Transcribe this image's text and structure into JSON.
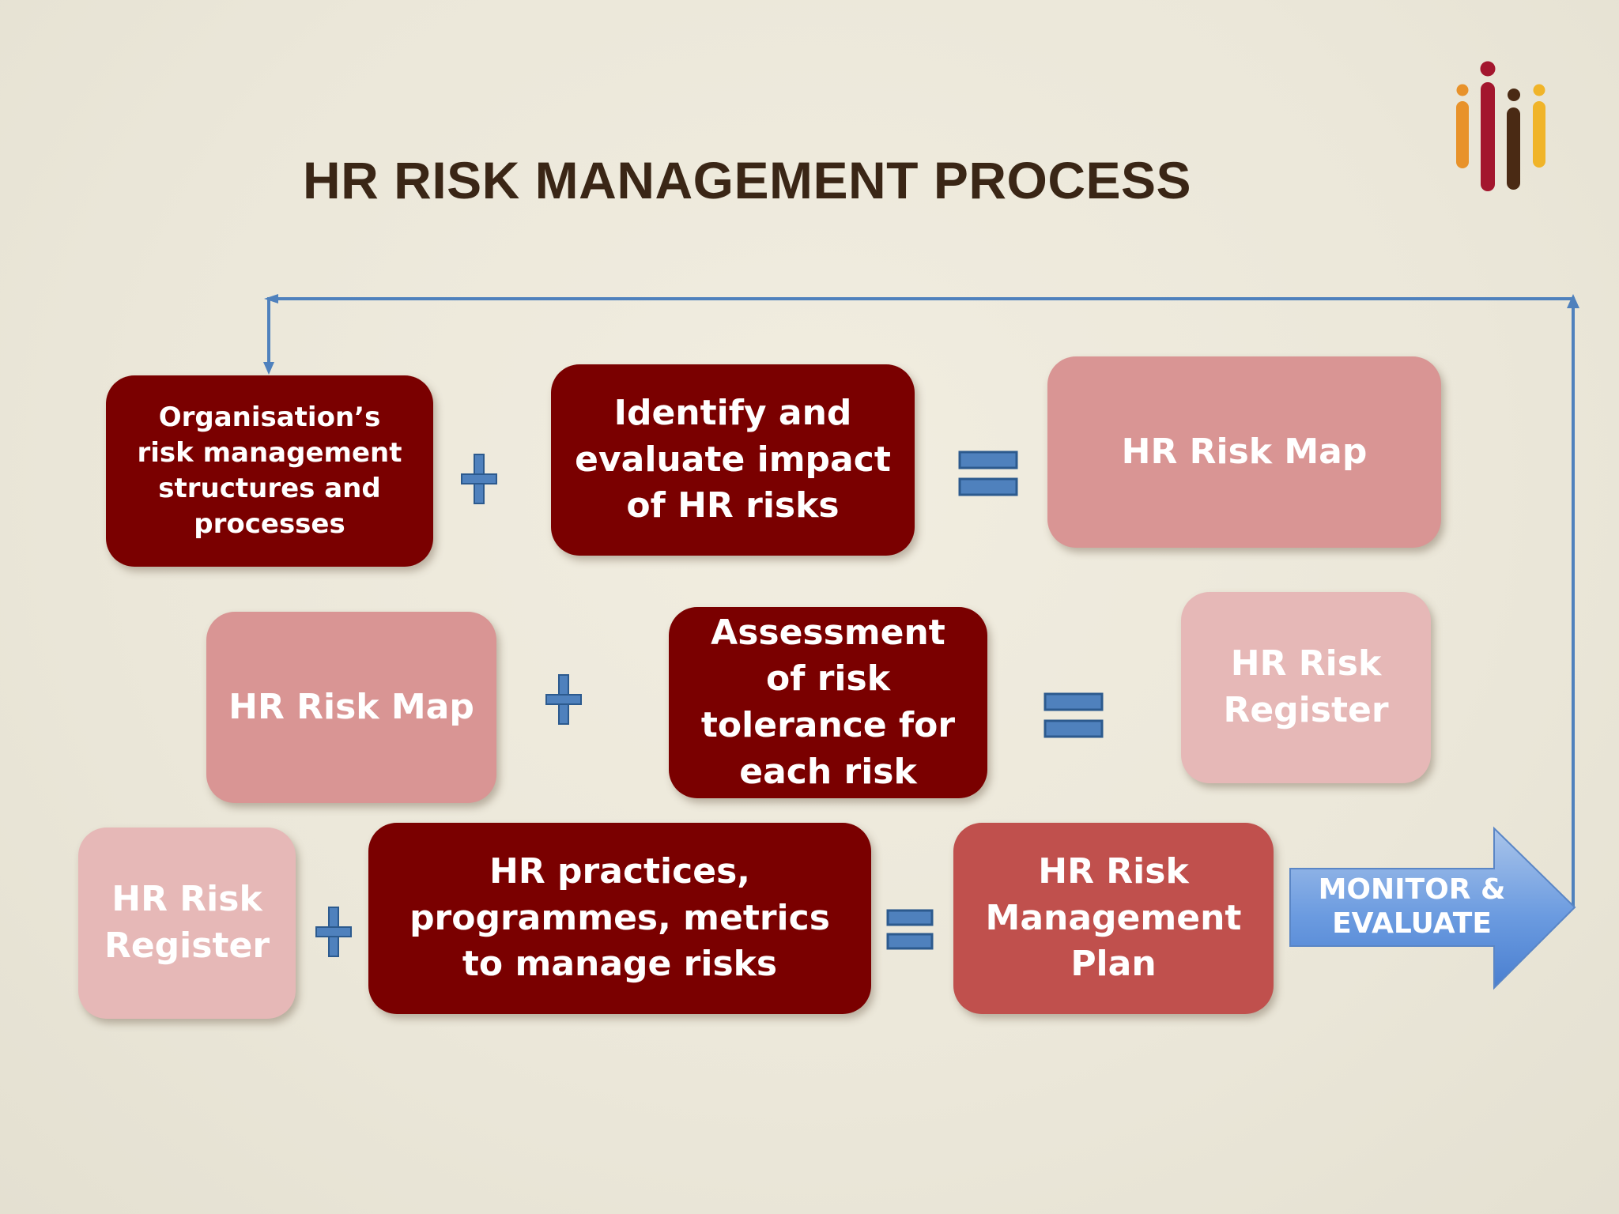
{
  "title": "HR RISK MANAGEMENT PROCESS",
  "colors": {
    "dark_box": "#7a0000",
    "pink_box": "#d99594",
    "light_box": "#e6b8b7",
    "medium_box": "#c0504d",
    "operator": "#4f81bd",
    "flow_line": "#4f81bd",
    "title_text": "#3a2616"
  },
  "rows": [
    {
      "input_a": "Organisation’s risk management structures and processes",
      "operator_1": "plus-sign",
      "input_b": "Identify and evaluate impact of HR risks",
      "operator_2": "equals-sign",
      "result": "HR Risk Map"
    },
    {
      "input_a": "HR Risk Map",
      "operator_1": "plus-sign",
      "input_b": "Assessment of risk tolerance for each risk",
      "operator_2": "equals-sign",
      "result": "HR Risk Register"
    },
    {
      "input_a": "HR Risk Register",
      "operator_1": "plus-sign",
      "input_b": "HR  practices, programmes, metrics to manage risks",
      "operator_2": "equals-sign",
      "result": "HR Risk Management Plan"
    }
  ],
  "monitor_arrow": {
    "line1": "MONITOR &",
    "line2": "EVALUATE"
  },
  "logo": {
    "icon": "ilii-people-logo",
    "colors": [
      "#e8922a",
      "#a3162e",
      "#4a2a14",
      "#f0b429"
    ]
  }
}
